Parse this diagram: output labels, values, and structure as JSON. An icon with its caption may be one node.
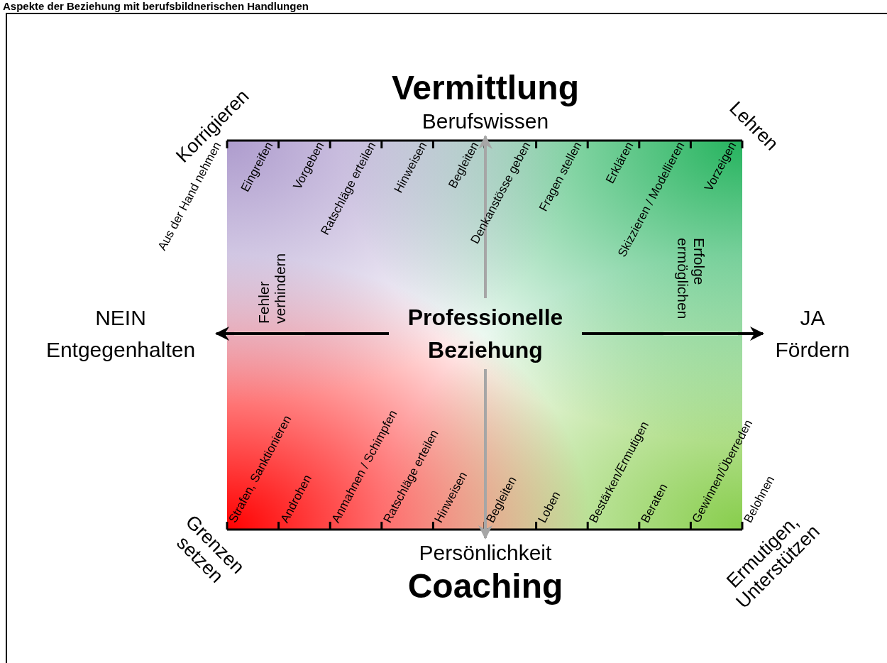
{
  "diagram": {
    "title": "Aspekte der Beziehung mit berufsbildnerischen Handlungen",
    "nodes": [
      {
        "text": [
          "Vermittlung",
          "Berufswissen"
        ]
      },
      {
        "text": [
          "NEIN",
          "Entgegenhalten"
        ]
      },
      {
        "text": [
          "Professionelle Beziehung"
        ]
      },
      {
        "text": [
          "JA",
          "Fördern"
        ]
      },
      {
        "text": [
          "Persönlichkeit",
          "Coaching"
        ]
      }
    ],
    "edges": [
      {
        "from": 2,
        "to": 1,
        "arrow": "to"
      },
      {
        "from": 2,
        "to": 3,
        "arrow": "to"
      },
      {
        "from": 2,
        "to": 0,
        "arrow": "to",
        "color": "#a6a6a6"
      },
      {
        "from": 2,
        "to": 4,
        "arrow": "to",
        "color": "#a6a6a6"
      }
    ],
    "labels": [
      "Korrigieren",
      "Lehren",
      "Aus der Hand nehmen",
      "Eingreifen",
      "Vorgeben",
      "Ratschläge erteilen",
      "Hinweisen",
      "Begleiten",
      "Denkanstösse geben",
      "Fragen stellen",
      "Erklären",
      "Skizzieren / Modellieren",
      "Vorzeigen",
      "Fehler verhindern",
      "Erfolge ermöglichen",
      "Strafen, Sanktionieren",
      "Androhen",
      "Anmahnen / Schimpfen",
      "Ratschläge erteilen",
      "Hinweisen",
      "Begleiten",
      "Loben",
      "Bestärken/Ermutigen",
      "Beraten",
      "Gewinnen/Überreden",
      "Belohnen",
      "Grenzen setzen",
      "Ermutigen, Unterstützen"
    ]
  }
}
